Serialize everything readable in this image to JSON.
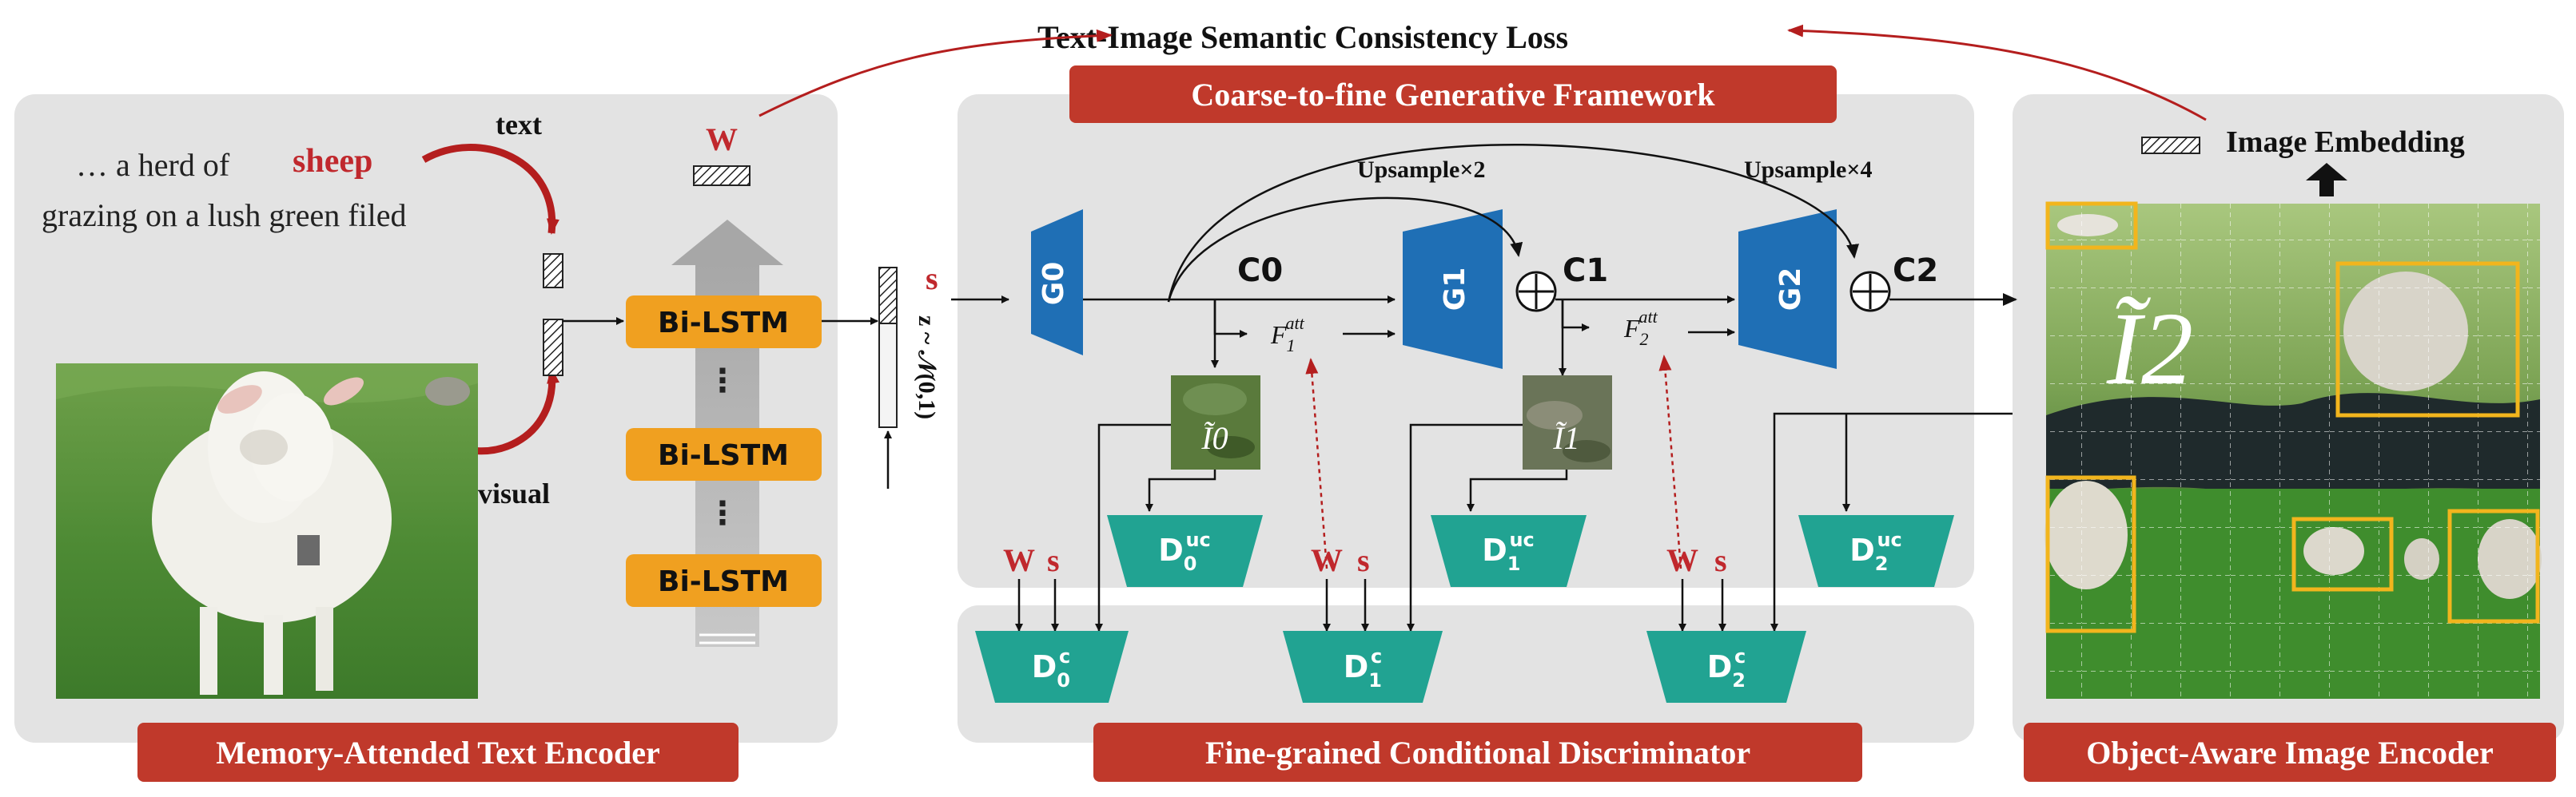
{
  "title": "Text-Image Semantic Consistency Loss",
  "colors": {
    "accent_red": "#c0392b",
    "lstm_orange": "#f0a020",
    "generator_blue": "#1f6fb5",
    "discriminator_teal": "#21a392",
    "panel_gray": "#e3e3e3",
    "box_yellow": "#f2b51d"
  },
  "text_encoder": {
    "label": "Memory-Attended Text Encoder",
    "sentence_prefix": "… a herd of",
    "sentence_keyword": "sheep",
    "sentence_line2": "grazing on a lush green filed",
    "text_tag": "text",
    "visual_tag": "visual",
    "w_label": "W",
    "lstm_labels": [
      "Bi-LSTM",
      "Bi-LSTM",
      "Bi-LSTM"
    ],
    "dots": "⋮",
    "s_label": "s",
    "noise_label": "z ~ 𝒩(0,1)"
  },
  "generator": {
    "label": "Coarse-to-fine Generative Framework",
    "upsample_2": "Upsample×2",
    "upsample_4": "Upsample×4",
    "g_labels": [
      "G0",
      "G1",
      "G2"
    ],
    "c_labels": [
      "C0",
      "C1",
      "C2"
    ],
    "f_labels": [
      "F1att",
      "F2att"
    ],
    "image_labels": [
      "Ĩ0",
      "Ĩ1"
    ],
    "duc_labels": [
      "D0uc",
      "D1uc",
      "D2uc"
    ],
    "ws_label_w": "W",
    "ws_label_s": "s"
  },
  "discriminator": {
    "label": "Fine-grained Conditional Discriminator",
    "dc_labels": [
      "D0c",
      "D1c",
      "D2c"
    ]
  },
  "image_encoder": {
    "label": "Object-Aware Image Encoder",
    "embedding_label": "Image Embedding",
    "image_label": "Ĩ2"
  },
  "icons": [
    "sheep-photo",
    "generated-image-thumbnail",
    "upward-arrow-icon",
    "plus-circle-icon"
  ]
}
